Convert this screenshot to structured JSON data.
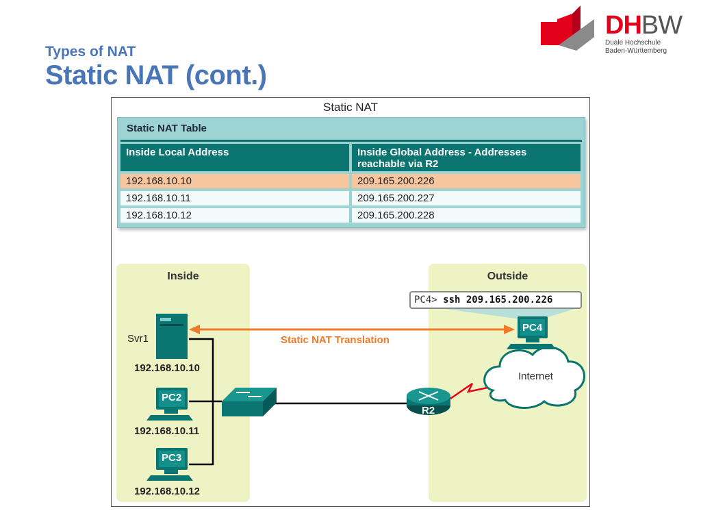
{
  "header": {
    "subtitle": "Types of NAT",
    "title": "Static NAT (cont.)"
  },
  "logo": {
    "brand_a": "DH",
    "brand_b": "BW",
    "line1": "Duale Hochschule",
    "line2": "Baden-Württemberg",
    "colors": {
      "red": "#e3001b",
      "grey": "#555555"
    }
  },
  "figure": {
    "title": "Static NAT",
    "table": {
      "title": "Static NAT Table",
      "col_local": "Inside Local Address",
      "col_global": "Inside Global Address - Addresses reachable via R2",
      "rows": [
        {
          "local": "192.168.10.10",
          "global": "209.165.200.226",
          "highlight": true
        },
        {
          "local": "192.168.10.11",
          "global": "209.165.200.227",
          "highlight": false
        },
        {
          "local": "192.168.10.12",
          "global": "209.165.200.228",
          "highlight": false
        }
      ]
    },
    "zones": {
      "inside": "Inside",
      "outside": "Outside"
    },
    "devices": {
      "svr1_label": "Svr1",
      "svr1_ip": "192.168.10.10",
      "pc2_label": "PC2",
      "pc2_ip": "192.168.10.11",
      "pc3_label": "PC3",
      "pc3_ip": "192.168.10.12",
      "pc4_label": "PC4",
      "r2_label": "R2",
      "internet_label": "Internet"
    },
    "translation_label": "Static NAT Translation",
    "command": {
      "prompt": "PC4> ",
      "text": "ssh 209.165.200.226"
    },
    "colors": {
      "teal_dark": "#0b7572",
      "panel_bg": "#9ed3d4",
      "highlight_row": "#f7c59e",
      "zone_bg": "#eef3c3",
      "arrow": "#f07a2a"
    }
  }
}
